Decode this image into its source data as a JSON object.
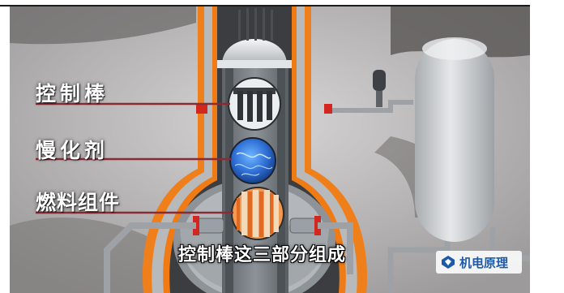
{
  "labels": {
    "control_rods": "控制棒",
    "moderator": "慢化剂",
    "fuel_assembly": "燃料组件"
  },
  "subtitle": "控制棒这三部分组成",
  "watermark": {
    "text": "机电原理",
    "icon": "logo-icon"
  },
  "colors": {
    "background_gray": "#bfbdbd",
    "vessel_orange": "#ef7f1a",
    "vessel_gray": "#7a7f84",
    "label_line": "#8a2a35",
    "water_blue": "#2f6fd6",
    "fuel_orange": "#f08a3a",
    "logo_blue": "#1f5aa8"
  }
}
